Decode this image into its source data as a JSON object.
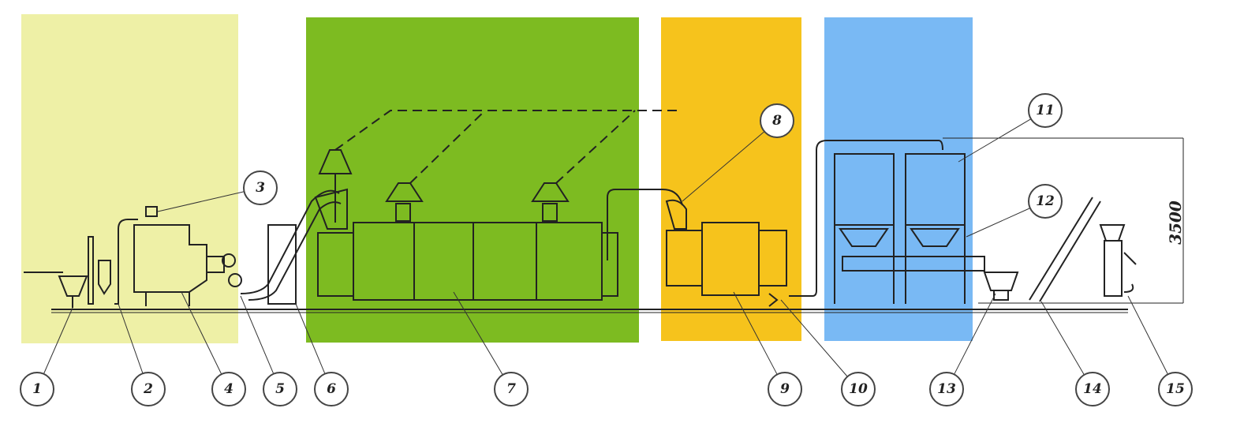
{
  "title": "Production line layout",
  "zones": [
    {
      "name": "zone-1",
      "color": "#eef0a6"
    },
    {
      "name": "zone-2",
      "color": "#7dbb21"
    },
    {
      "name": "zone-3",
      "color": "#f6c31c"
    },
    {
      "name": "zone-4",
      "color": "#79b9f4"
    }
  ],
  "callouts": [
    "1",
    "2",
    "3",
    "4",
    "5",
    "6",
    "7",
    "8",
    "9",
    "10",
    "11",
    "12",
    "13",
    "14",
    "15"
  ],
  "dimension": "3500"
}
